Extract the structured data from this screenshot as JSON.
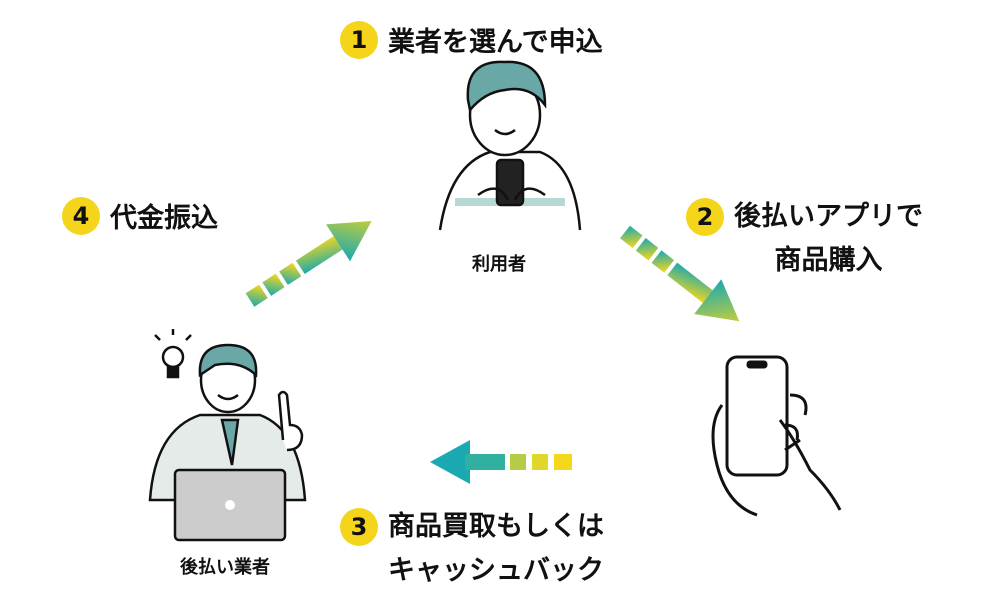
{
  "steps": [
    {
      "number": "1",
      "lines": [
        "業者を選んで申込"
      ]
    },
    {
      "number": "2",
      "lines": [
        "後払いアプリで",
        "商品購入"
      ]
    },
    {
      "number": "3",
      "lines": [
        "商品買取もしくは",
        "キャッシュバック"
      ]
    },
    {
      "number": "4",
      "lines": [
        "代金振込"
      ]
    }
  ],
  "actors": {
    "user": "利用者",
    "vendor": "後払い業者"
  },
  "colors": {
    "accent": "#f5d51c",
    "teal": "#1aa9b0",
    "hair": "#6aa8a8"
  }
}
